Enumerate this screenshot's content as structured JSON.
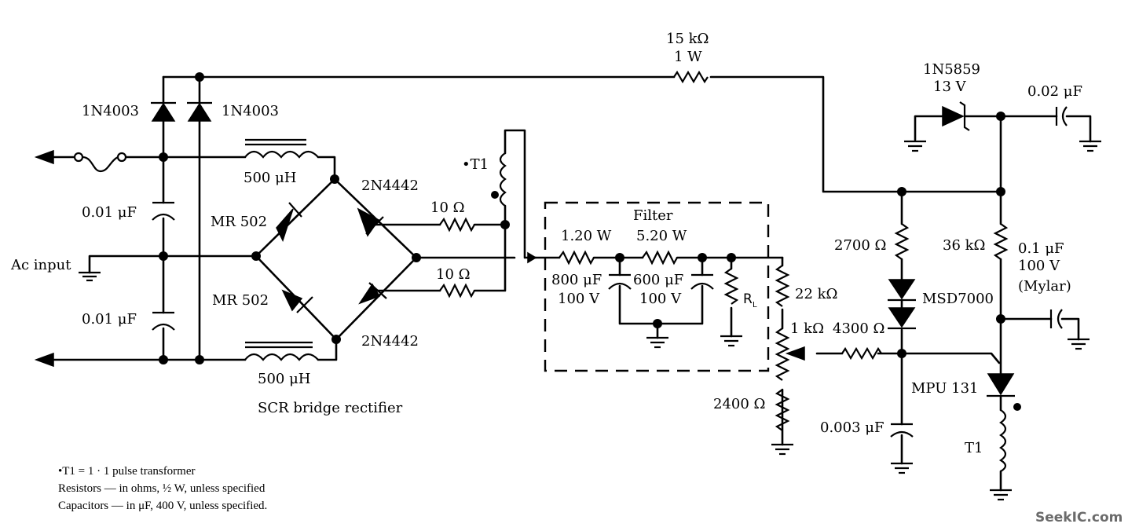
{
  "diagram": {
    "type": "schematic",
    "title": "SCR bridge rectifier power supply with MPU 131 trigger circuit",
    "sections": {
      "bridge_caption": "SCR bridge rectifier",
      "filter_caption": "Filter",
      "input_label": "Ac input"
    },
    "components": {
      "d_left": "1N4003",
      "d_right": "1N4003",
      "c_in_top": "0.01 μF",
      "c_in_bottom": "0.01 μF",
      "l_top": "500 μH",
      "l_bottom": "500 μH",
      "mr_top": "MR 502",
      "mr_bottom": "MR 502",
      "scr_top": "2N4442",
      "scr_bottom": "2N4442",
      "r_gate_top": "10 Ω",
      "r_gate_bottom": "10 Ω",
      "t1_primary": "•T1",
      "r_filter_1": "1.20 W",
      "r_filter_2": "5.20 W",
      "c_filter_1_line1": "800 μF",
      "c_filter_1_line2": "100 V",
      "c_filter_2_line1": "600 μF",
      "c_filter_2_line2": "100 V",
      "r_load": "R",
      "r_load_sub": "L",
      "r_top_line1": "15 kΩ",
      "r_top_line2": "1 W",
      "zener_line1": "1N5859",
      "zener_line2": "13 V",
      "c_zener": "0.02 μF",
      "r_2700": "2700 Ω",
      "r_36k": "36 kΩ",
      "c_mylar_line1": "0.1 μF",
      "c_mylar_line2": "100 V",
      "c_mylar_line3": "(Mylar)",
      "d_msd": "MSD7000",
      "r_22k": "22 kΩ",
      "pot_1k": "1 kΩ",
      "r_4300": "4300 Ω",
      "r_2400": "2400 Ω",
      "c_003": "0.003 μF",
      "put": "MPU 131",
      "t1_secondary": "T1"
    },
    "notes": [
      "•T1 = 1 · 1 pulse transformer",
      "Resistors — in ohms, ½ W, unless specified",
      "Capacitors — in μF, 400 V, unless specified."
    ],
    "watermark": "SeekIC.com"
  }
}
